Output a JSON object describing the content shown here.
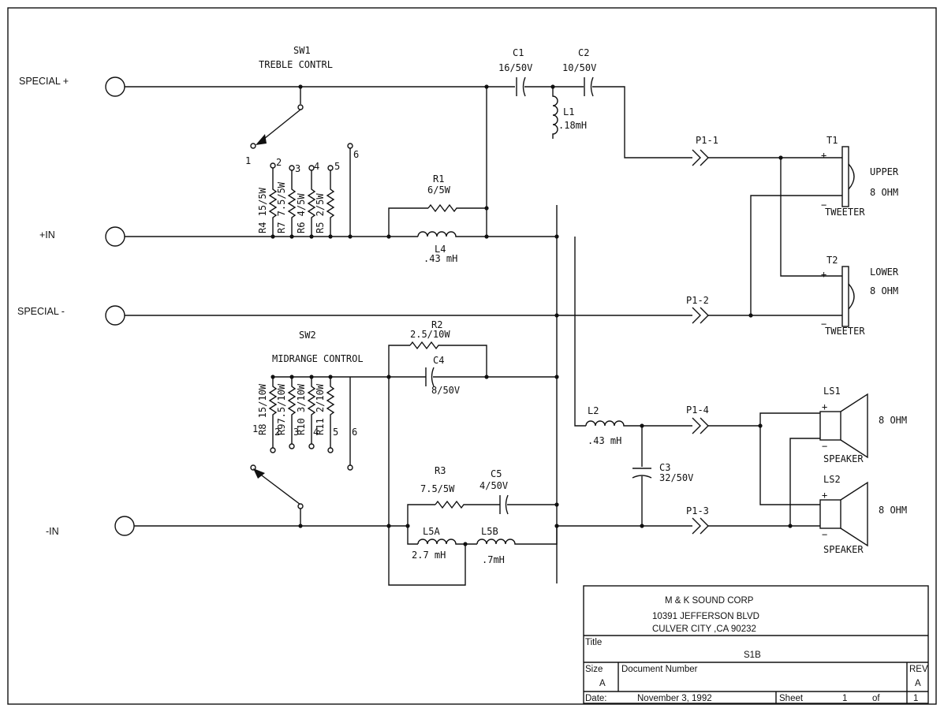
{
  "inputs": {
    "special_plus": "SPECIAL +",
    "in_plus": "+IN",
    "special_minus": "SPECIAL -",
    "in_minus": "-IN"
  },
  "sw1": {
    "name": "SW1",
    "desc": "TREBLE CONTRL",
    "positions": [
      "1",
      "2",
      "3",
      "4",
      "5",
      "6"
    ]
  },
  "sw2": {
    "name": "SW2",
    "desc": "MIDRANGE CONTROL",
    "positions": [
      "1",
      "2",
      "3",
      "4",
      "5",
      "6"
    ]
  },
  "resistors_sw1": {
    "r4": "R4 15/5W",
    "r7": "R7 7.5/5W",
    "r6": "R6 4/5W",
    "r5": "R5 2/5W"
  },
  "resistors_sw2": {
    "r8": "R8 15/10W",
    "r9": "R97.5/10W",
    "r10": "R10 3/10W",
    "r11": "R11 2/10W"
  },
  "components": {
    "c1_name": "C1",
    "c1_val": "16/50V",
    "c2_name": "C2",
    "c2_val": "10/50V",
    "l1_name": "L1",
    "l1_val": ".18mH",
    "r1_name": "R1",
    "r1_val": "6/5W",
    "l4_name": "L4",
    "l4_val": ".43 mH",
    "r2_name": "R2",
    "r2_val": "2.5/10W",
    "c4_name": "C4",
    "c4_val": "8/50V",
    "l2_name": "L2",
    "l2_val": ".43 mH",
    "c3_name": "C3",
    "c3_val": "32/50V",
    "r3_name": "R3",
    "r3_val": "7.5/5W",
    "c5_name": "C5",
    "c5_val": "4/50V",
    "l5a_name": "L5A",
    "l5a_val": "2.7 mH",
    "l5b_name": "L5B",
    "l5b_val": ".7mH"
  },
  "plugs": {
    "p1": "P1-1",
    "p2": "P1-2",
    "p3": "P1-3",
    "p4": "P1-4"
  },
  "drivers": {
    "t1_name": "T1",
    "t1_pos": "UPPER",
    "t1_ohm": "8 OHM",
    "t1_type": "TWEETER",
    "t2_name": "T2",
    "t2_pos": "LOWER",
    "t2_ohm": "8 OHM",
    "t2_type": "TWEETER",
    "ls1_name": "LS1",
    "ls1_ohm": "8 OHM",
    "ls1_type": "SPEAKER",
    "ls2_name": "LS2",
    "ls2_ohm": "8 OHM",
    "ls2_type": "SPEAKER",
    "plus": "+",
    "minus": "−"
  },
  "title_block": {
    "company": "M & K SOUND CORP",
    "address1": "10391 JEFFERSON BLVD",
    "address2": "CULVER CITY ,CA 90232",
    "title_label": "Title",
    "title_value": "S1B",
    "size_label": "Size",
    "size_value": "A",
    "doc_label": "Document Number",
    "rev_label": "REV",
    "rev_value": "A",
    "date_label": "Date:",
    "date_value": "November  3, 1992",
    "sheet_label": "Sheet",
    "sheet_value": "1",
    "of_label": "of",
    "of_value": "1"
  }
}
